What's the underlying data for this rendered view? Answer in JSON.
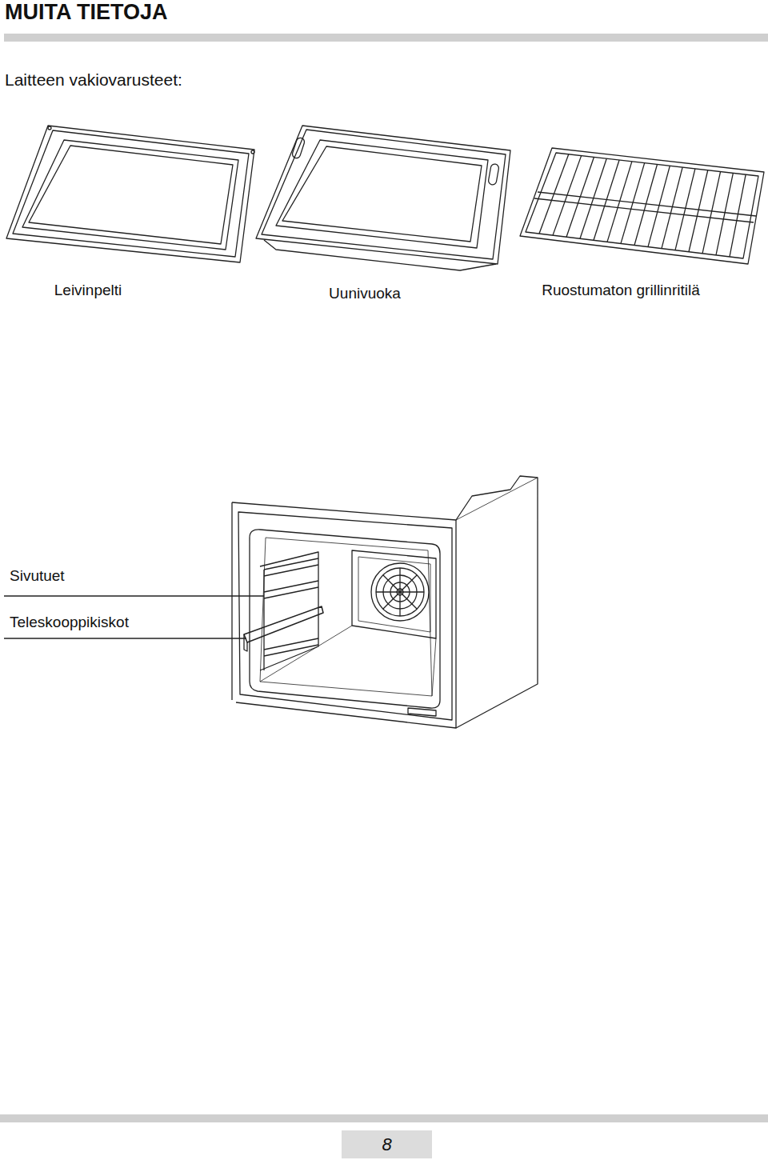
{
  "diagram": {
    "title": "MUITA TIETOJA",
    "nodes": [
      {
        "text": [
          "8"
        ]
      }
    ],
    "labels": [
      "Laitteen vakiovarusteet:",
      "Leivinpelti",
      "Uunivuoka",
      "Ruostumaton grillinritilä",
      "Sivutuet",
      "Teleskooppikiskot"
    ]
  }
}
